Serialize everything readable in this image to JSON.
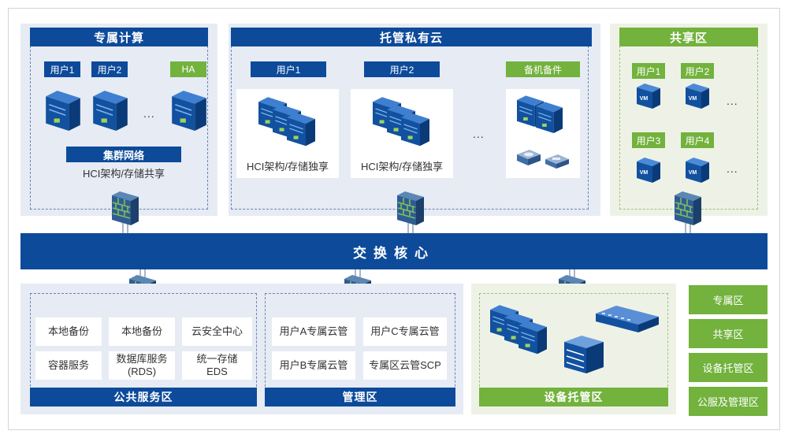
{
  "zones": {
    "dedicated": {
      "title": "专属计算",
      "users": [
        "用户1",
        "用户2"
      ],
      "ha": "HA",
      "ellipsis": "...",
      "cluster": "集群网络",
      "caption": "HCI架构/存储共享"
    },
    "private": {
      "title": "托管私有云",
      "users": [
        "用户1",
        "用户2"
      ],
      "spare": "备机备件",
      "caption1": "HCI架构/存储独享",
      "caption2": "HCI架构/存储独享",
      "ellipsis": "..."
    },
    "shared": {
      "title": "共享区",
      "users": [
        "用户1",
        "用户2",
        "用户3",
        "用户4"
      ],
      "vm_label": "VM",
      "ellipsis": "..."
    }
  },
  "core": {
    "label": "交换核心"
  },
  "bottom": {
    "public": {
      "title": "公共服务区",
      "items": [
        "本地备份",
        "本地备份",
        "云安全中心",
        "容器服务",
        "数据库服务\n(RDS)",
        "统一存储\nEDS"
      ]
    },
    "mgmt": {
      "title": "管理区",
      "items": [
        "用户A专属云管",
        "用户C专属云管",
        "用户B专属云管",
        "专属区云管SCP"
      ]
    },
    "hosting": {
      "title": "设备托管区"
    }
  },
  "legend": [
    "专属区",
    "共享区",
    "设备托管区",
    "公服及管理区"
  ],
  "colors": {
    "blue": "#0d4a9a",
    "green": "#72b23d",
    "blue_bg": "#e6ebf4",
    "green_bg": "#eef2e6"
  }
}
